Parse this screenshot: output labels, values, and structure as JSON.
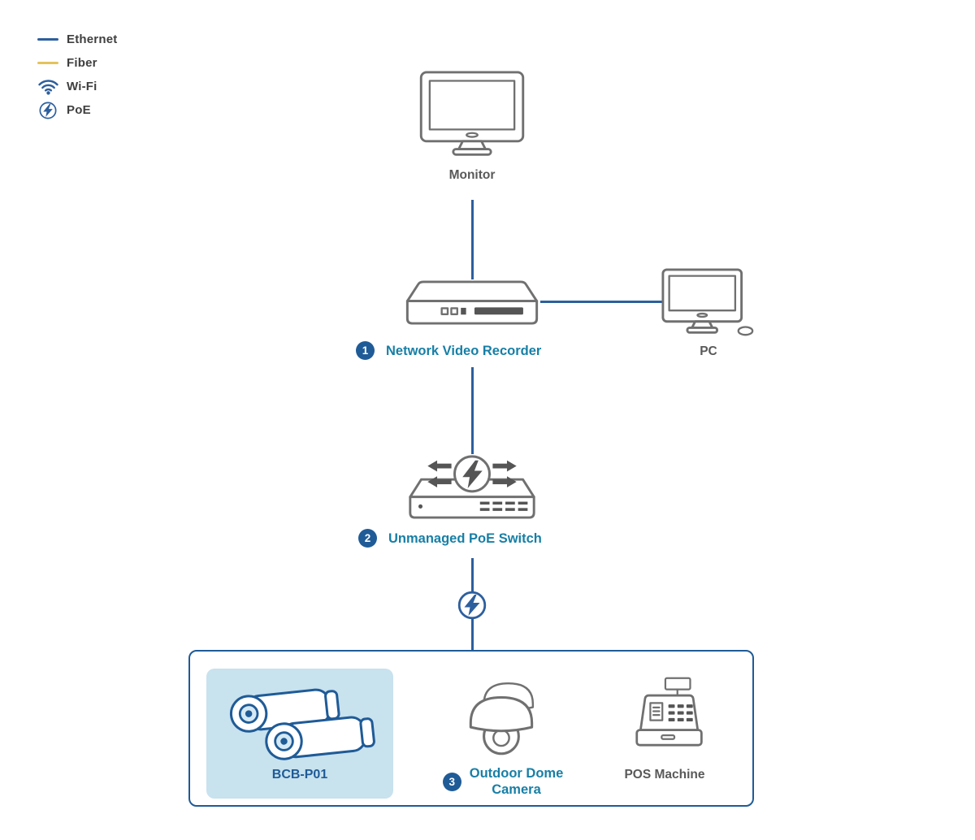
{
  "colors": {
    "ethernet": "#2D5F9E",
    "fiber": "#E5C25B",
    "accent": "#177FA6",
    "badge": "#1F5B97",
    "gray_text": "#595959",
    "device_stroke": "#707070",
    "device_detail": "#555555",
    "camera_stroke": "#1F5B97",
    "highlight_bg": "#C8E2EE",
    "box_border": "#1F5B97",
    "background": "#FFFFFF"
  },
  "legend": {
    "items": [
      {
        "id": "ethernet",
        "label": "Ethernet"
      },
      {
        "id": "fiber",
        "label": "Fiber"
      },
      {
        "id": "wifi",
        "label": "Wi-Fi"
      },
      {
        "id": "poe",
        "label": "PoE"
      }
    ]
  },
  "nodes": {
    "monitor": {
      "label": "Monitor"
    },
    "nvr": {
      "badge": "1",
      "label": "Network Video Recorder"
    },
    "pc": {
      "label": "PC"
    },
    "poe_switch": {
      "badge": "2",
      "label": "Unmanaged PoE Switch"
    },
    "bullet_camera": {
      "label": "BCB-P01"
    },
    "dome_camera": {
      "badge": "3",
      "label_line1": "Outdoor Dome",
      "label_line2": "Camera"
    },
    "pos_machine": {
      "label": "POS Machine"
    }
  }
}
